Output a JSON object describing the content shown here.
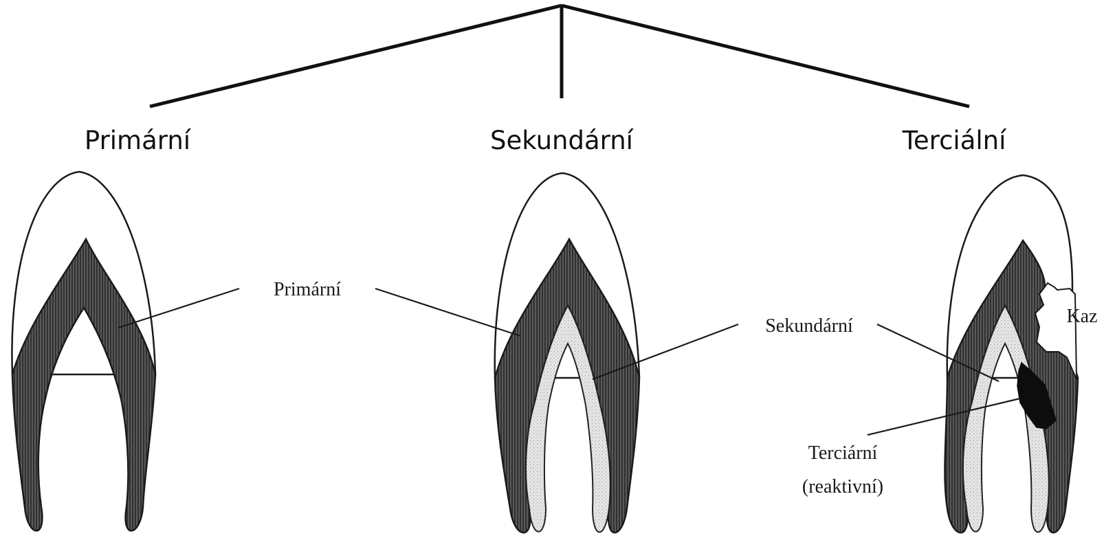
{
  "headings": {
    "primary": "Primární",
    "secondary": "Sekundární",
    "tertiary": "Terciální"
  },
  "labels": {
    "primary_dentin": "Primární",
    "secondary_dentin": "Sekundární",
    "caries": "Kaz",
    "tertiary_dentin_line1": "Terciární",
    "tertiary_dentin_line2": "(reaktivní)"
  }
}
